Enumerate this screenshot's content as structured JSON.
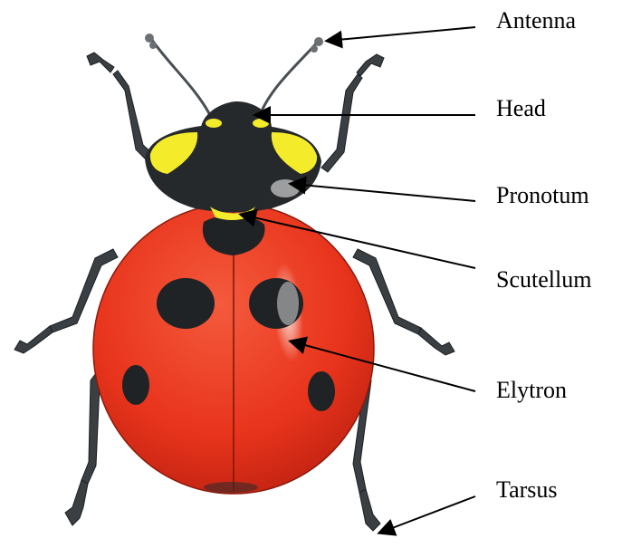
{
  "diagram": {
    "labels": {
      "antenna": "Antenna",
      "head": "Head",
      "pronotum": "Pronotum",
      "scutellum": "Scutellum",
      "elytron": "Elytron",
      "tarsus": "Tarsus"
    },
    "colors": {
      "elytra": "#e8341c",
      "elytra_shadow": "#b81e0f",
      "spots": "#1f2326",
      "pronotum": "#26292c",
      "pronotum_marks": "#f4ec2a",
      "legs": "#3a3f44",
      "arrows": "#000000"
    }
  }
}
